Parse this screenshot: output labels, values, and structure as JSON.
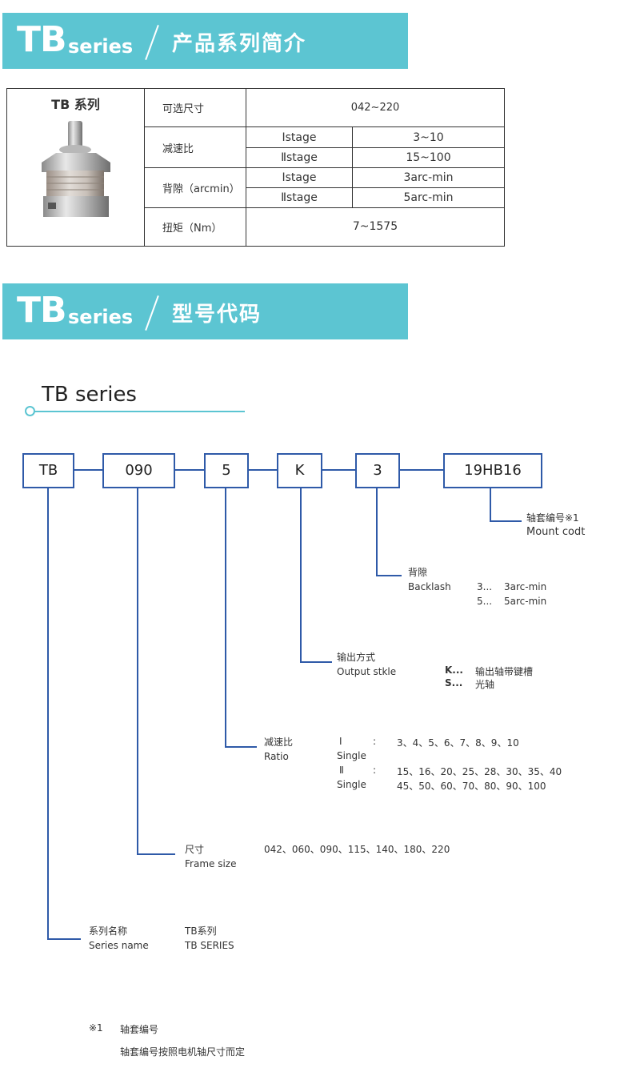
{
  "banners": [
    {
      "tb": "TB",
      "series": "series",
      "title": "产品系列简介"
    },
    {
      "tb": "TB",
      "series": "series",
      "title": "型号代码"
    }
  ],
  "spec_table": {
    "product_name": "TB 系列",
    "size_label": "可选尺寸",
    "size_value": "042~220",
    "ratio_label": "减速比",
    "ratio_rows": [
      {
        "stage": "Ⅰstage",
        "value": "3~10"
      },
      {
        "stage": "Ⅱstage",
        "value": "15~100"
      }
    ],
    "backlash_label": "背隙（arcmin）",
    "backlash_rows": [
      {
        "stage": "Ⅰstage",
        "value": "3arc-min"
      },
      {
        "stage": "Ⅱstage",
        "value": "5arc-min"
      }
    ],
    "torque_label": "扭矩（Nm）",
    "torque_value": "7~1575"
  },
  "code_section": {
    "title": "TB series",
    "codes": [
      "TB",
      "090",
      "5",
      "K",
      "3",
      "19HB16"
    ],
    "mount": {
      "cn": "轴套编号※1",
      "en": "Mount codt"
    },
    "backlash": {
      "cn": "背隙",
      "en": "Backlash",
      "options": [
        {
          "key": "3...",
          "value": "3arc-min"
        },
        {
          "key": "5...",
          "value": "5arc-min"
        }
      ]
    },
    "output": {
      "cn": "输出方式",
      "en": "Output stkle",
      "options": [
        {
          "key": "K...",
          "value": "输出轴带键槽"
        },
        {
          "key": "S...",
          "value": "光轴"
        }
      ]
    },
    "ratio": {
      "cn": "减速比",
      "en": "Ratio",
      "stage1_mark": "Ⅰ",
      "stage1_word": "Single",
      "stage1_values": "3、4、5、6、7、8、9、10",
      "stage2_mark": "Ⅱ",
      "stage2_word": "Single",
      "stage2_values_1": "15、16、20、25、28、30、35、40",
      "stage2_values_2": "45、50、60、70、80、90、100",
      "colon": ":"
    },
    "frame": {
      "cn": "尺寸",
      "en": "Frame size",
      "values": "042、060、090、115、140、180、220"
    },
    "series_name": {
      "cn": "系列名称",
      "en": "Series name",
      "value_cn": "TB系列",
      "value_en": "TB SERIES"
    }
  },
  "footnote": {
    "mark": "※1",
    "title": "轴套编号",
    "text": "轴套编号按照电机轴尺寸而定"
  },
  "colors": {
    "banner": "#5cc5d2",
    "line": "#2f5aa8"
  }
}
